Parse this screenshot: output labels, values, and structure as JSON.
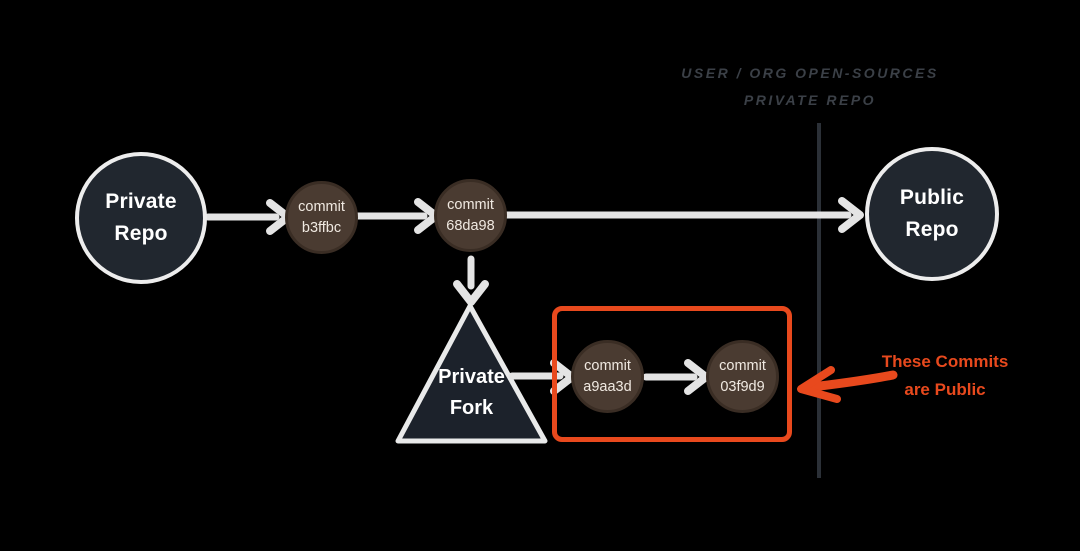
{
  "diagram": {
    "divider_label": {
      "line1": "USER / ORG OPEN-SOURCES",
      "line2": "PRIVATE REPO"
    },
    "nodes": {
      "private_repo": {
        "line1": "Private",
        "line2": "Repo"
      },
      "public_repo": {
        "line1": "Public",
        "line2": "Repo"
      },
      "private_fork": {
        "line1": "Private",
        "line2": "Fork"
      }
    },
    "commits": [
      {
        "label": "commit",
        "hash": "b3ffbc"
      },
      {
        "label": "commit",
        "hash": "68da98"
      },
      {
        "label": "commit",
        "hash": "a9aa3d"
      },
      {
        "label": "commit",
        "hash": "03f9d9"
      }
    ],
    "annotation": {
      "line1": "These Commits",
      "line2": "are Public"
    },
    "colors": {
      "background": "#000000",
      "repo_node_fill": "#21272f",
      "repo_node_border": "#ededed",
      "commit_node_fill": "#4a3b31",
      "commit_node_text": "#f0e9e1",
      "fork_fill": "#1c222b",
      "arrow": "#e4e4e4",
      "divider_line": "#2b3037",
      "divider_text": "#3b4047",
      "highlight": "#e8491d"
    }
  }
}
